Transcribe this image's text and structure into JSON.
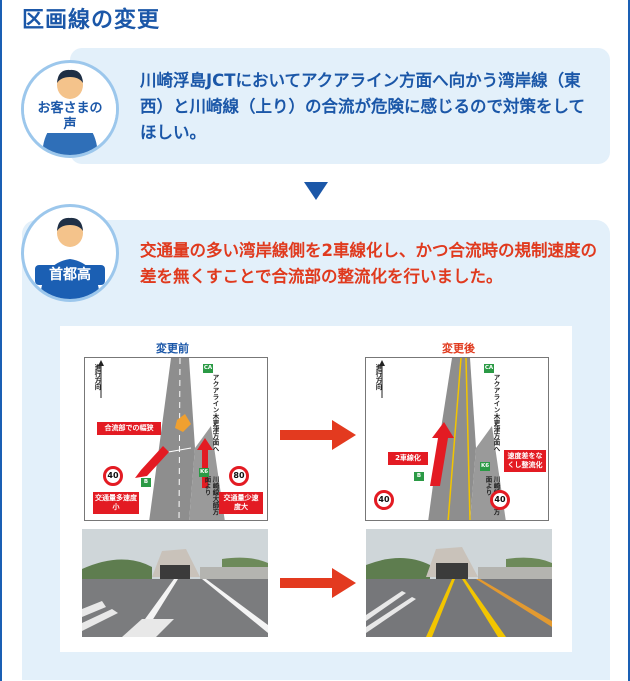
{
  "page": {
    "title": "区画線の変更"
  },
  "customer": {
    "label_line1": "お客さまの",
    "label_line2": "声",
    "text": "川崎浮島JCTにおいてアクアライン方面へ向かう湾岸線（東西）と川崎線（上り）の合流が危険に感じるので対策をしてほしい。"
  },
  "shutoko": {
    "label": "首都高",
    "text": "交通量の多い湾岸線側を2車線化し、かつ合流時の規制速度の差を無くすことで合流部の整流化を行いました。"
  },
  "figure": {
    "before_label": "変更前",
    "after_label": "変更後",
    "direction": "進行方向",
    "aqua_dest": "アクアライン木更津方面へ",
    "kawasaki_src": "川崎線大師方面より",
    "ca_badge": "CA",
    "k6_badge": "K6",
    "b_badge": "B",
    "before_tags": {
      "merge_lane": "合流部での幅狭",
      "heavy_traffic": "交通量多速度小",
      "light_traffic": "交通量少速度大"
    },
    "after_tags": {
      "two_lane": "2車線化",
      "speed_equal": "速度差をなくし整流化"
    },
    "before_speed_left": "40",
    "before_speed_right": "80",
    "after_speed_left": "40",
    "after_speed_right": "40"
  },
  "colors": {
    "brand_blue": "#1b57a8",
    "accent_red": "#e03a1e",
    "bubble_bg": "#e3f0fa"
  }
}
